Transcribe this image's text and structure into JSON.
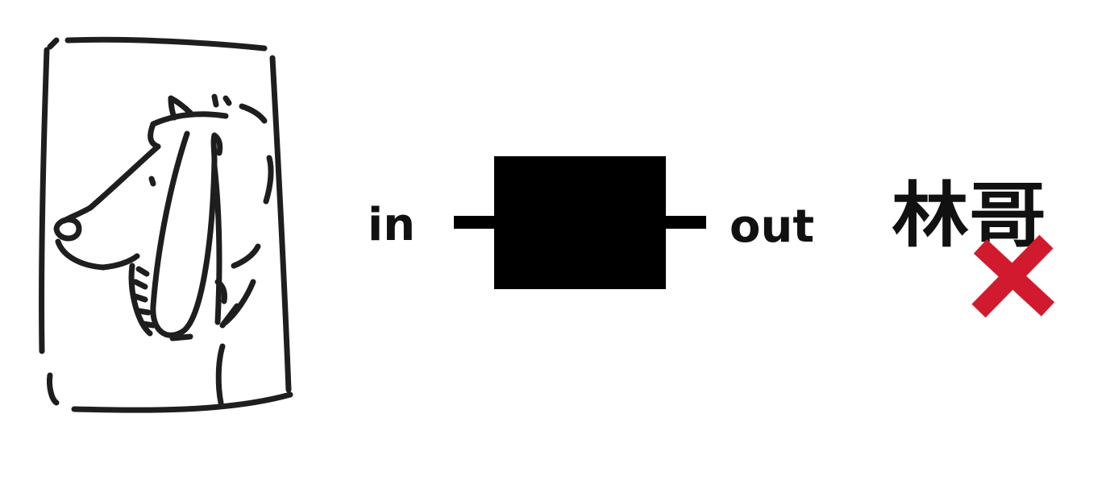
{
  "diagram": {
    "input_label": "in",
    "output_label": "out",
    "output_value": "林哥",
    "black_box": "black-box",
    "input_image": "dog-sketch",
    "rejection_mark": "red-x"
  },
  "colors": {
    "ink": "#1e1e1e",
    "box_fill": "#000000",
    "reject": "#d21a2e",
    "background": "#ffffff"
  }
}
